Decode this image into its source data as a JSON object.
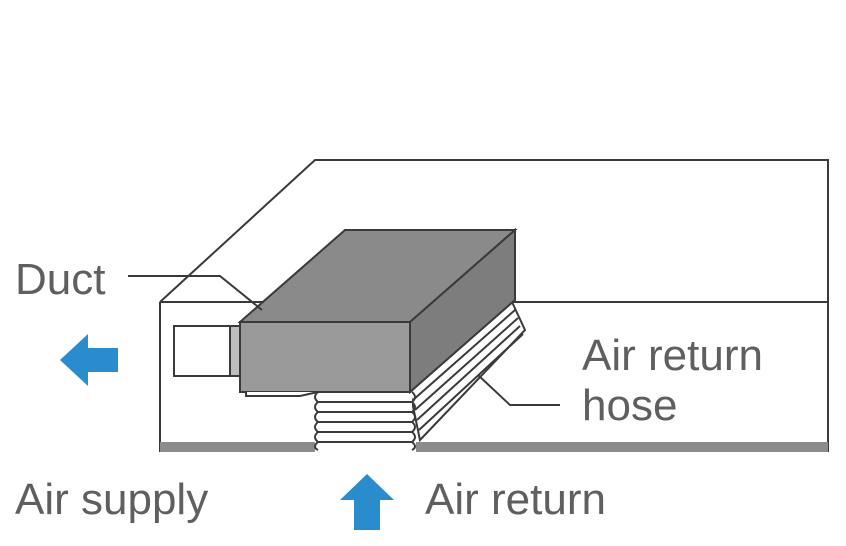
{
  "labels": {
    "duct": "Duct",
    "air_return_hose_line1": "Air return",
    "air_return_hose_line2": "hose",
    "air_supply": "Air supply",
    "air_return": "Air return"
  },
  "colors": {
    "line": "#3a3a3a",
    "duct_fill": "#9a9a9a",
    "duct_top": "#8a8a8a",
    "floor_strip": "#8c8c8c",
    "arrow": "#2a8ccc",
    "text": "#5f5f5f"
  }
}
